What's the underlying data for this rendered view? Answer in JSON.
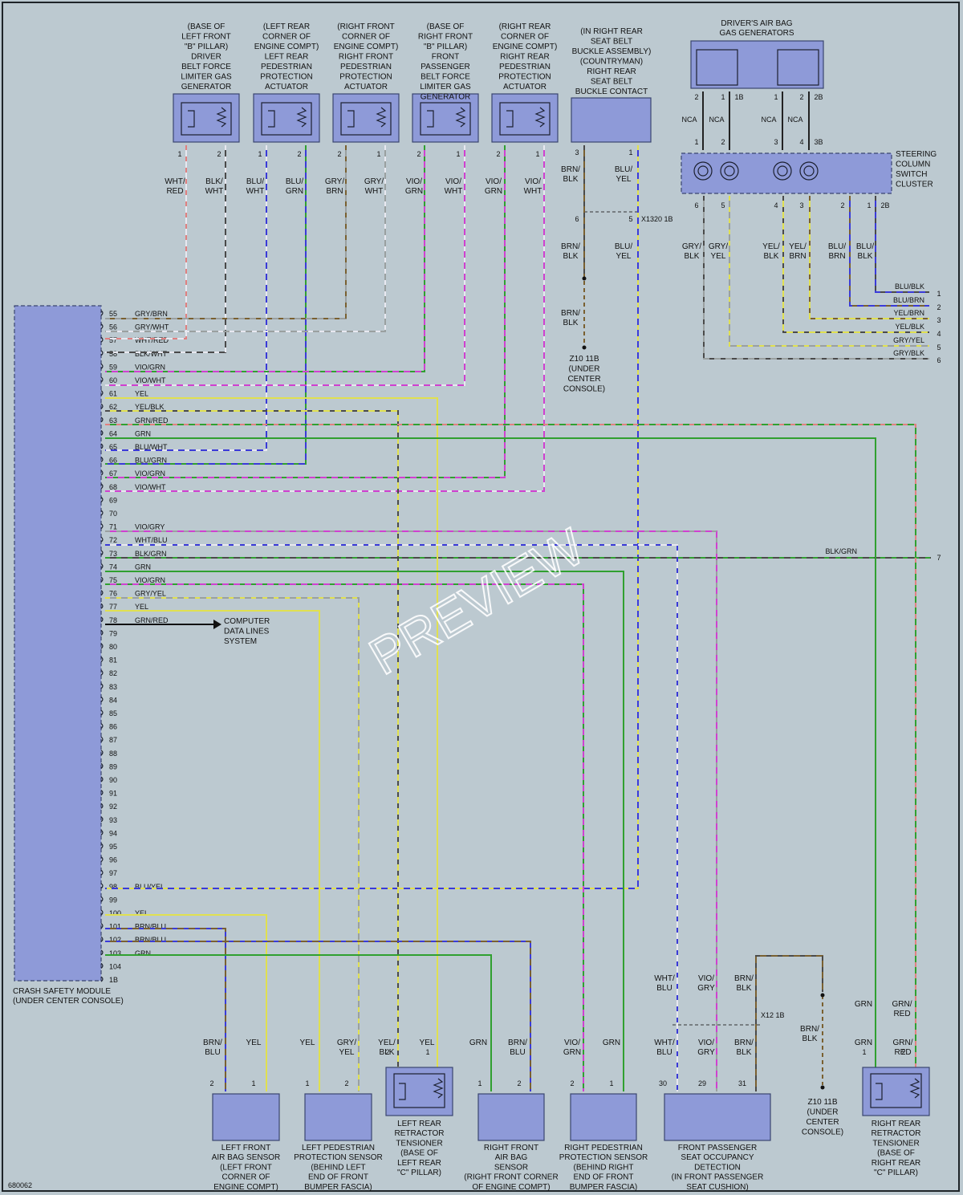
{
  "diagram_id": "680062",
  "watermark": "PREVIEW",
  "module": {
    "title_line1": "CRASH SAFETY MODULE",
    "title_line2": "(UNDER CENTER CONSOLE)"
  },
  "module_pins": [
    {
      "n": "55",
      "c": "GRY/BRN"
    },
    {
      "n": "56",
      "c": "GRY/WHT"
    },
    {
      "n": "57",
      "c": "WHT/RED"
    },
    {
      "n": "58",
      "c": "BLK/WHT"
    },
    {
      "n": "59",
      "c": "VIO/GRN"
    },
    {
      "n": "60",
      "c": "VIO/WHT"
    },
    {
      "n": "61",
      "c": "YEL"
    },
    {
      "n": "62",
      "c": "YEL/BLK"
    },
    {
      "n": "63",
      "c": "GRN/RED"
    },
    {
      "n": "64",
      "c": "GRN"
    },
    {
      "n": "65",
      "c": "BLU/WHT"
    },
    {
      "n": "66",
      "c": "BLU/GRN"
    },
    {
      "n": "67",
      "c": "VIO/GRN"
    },
    {
      "n": "68",
      "c": "VIO/WHT"
    },
    {
      "n": "69",
      "c": ""
    },
    {
      "n": "70",
      "c": ""
    },
    {
      "n": "71",
      "c": "VIO/GRY"
    },
    {
      "n": "72",
      "c": "WHT/BLU"
    },
    {
      "n": "73",
      "c": "BLK/GRN"
    },
    {
      "n": "74",
      "c": "GRN"
    },
    {
      "n": "75",
      "c": "VIO/GRN"
    },
    {
      "n": "76",
      "c": "GRY/YEL"
    },
    {
      "n": "77",
      "c": "YEL"
    },
    {
      "n": "78",
      "c": "GRN/RED"
    },
    {
      "n": "79",
      "c": ""
    },
    {
      "n": "80",
      "c": ""
    },
    {
      "n": "81",
      "c": ""
    },
    {
      "n": "82",
      "c": ""
    },
    {
      "n": "83",
      "c": ""
    },
    {
      "n": "84",
      "c": ""
    },
    {
      "n": "85",
      "c": ""
    },
    {
      "n": "86",
      "c": ""
    },
    {
      "n": "87",
      "c": ""
    },
    {
      "n": "88",
      "c": ""
    },
    {
      "n": "89",
      "c": ""
    },
    {
      "n": "90",
      "c": ""
    },
    {
      "n": "91",
      "c": ""
    },
    {
      "n": "92",
      "c": ""
    },
    {
      "n": "93",
      "c": ""
    },
    {
      "n": "94",
      "c": ""
    },
    {
      "n": "95",
      "c": ""
    },
    {
      "n": "96",
      "c": ""
    },
    {
      "n": "97",
      "c": ""
    },
    {
      "n": "98",
      "c": "BLU/YEL"
    },
    {
      "n": "99",
      "c": ""
    },
    {
      "n": "100",
      "c": "YEL"
    },
    {
      "n": "101",
      "c": "BRN/BLU"
    },
    {
      "n": "102",
      "c": "BRN/BLU"
    },
    {
      "n": "103",
      "c": "GRN"
    },
    {
      "n": "104",
      "c": ""
    },
    {
      "n": "1B",
      "c": ""
    }
  ],
  "computer_data": {
    "line1": "COMPUTER",
    "line2": "DATA LINES",
    "line3": "SYSTEM"
  },
  "top_components": [
    {
      "label": [
        "(BASE OF",
        "LEFT FRONT",
        "\"B\" PILLAR)",
        "DRIVER",
        "BELT FORCE",
        "LIMITER GAS",
        "GENERATOR"
      ],
      "pins": [
        "1",
        "2"
      ],
      "wires": [
        [
          "WHT/",
          "RED"
        ],
        [
          "BLK/",
          "WHT"
        ]
      ]
    },
    {
      "label": [
        "(LEFT REAR",
        "CORNER OF",
        "ENGINE COMPT)",
        "LEFT REAR",
        "PEDESTRIAN",
        "PROTECTION",
        "ACTUATOR"
      ],
      "pins": [
        "1",
        "2"
      ],
      "wires": [
        [
          "BLU/",
          "WHT"
        ],
        [
          "BLU/",
          "GRN"
        ]
      ]
    },
    {
      "label": [
        "(RIGHT FRONT",
        "CORNER OF",
        "ENGINE COMPT)",
        "RIGHT FRONT",
        "PEDESTRIAN",
        "PROTECTION",
        "ACTUATOR"
      ],
      "pins": [
        "2",
        "1"
      ],
      "wires": [
        [
          "GRY/",
          "BRN"
        ],
        [
          "GRY/",
          "WHT"
        ]
      ]
    },
    {
      "label": [
        "(BASE OF",
        "RIGHT FRONT",
        "\"B\" PILLAR)",
        "FRONT",
        "PASSENGER",
        "BELT FORCE",
        "LIMITER GAS",
        "GENERATOR"
      ],
      "pins": [
        "2",
        "1"
      ],
      "wires": [
        [
          "VIO/",
          "GRN"
        ],
        [
          "VIO/",
          "WHT"
        ]
      ]
    },
    {
      "label": [
        "(RIGHT REAR",
        "CORNER OF",
        "ENGINE COMPT)",
        "RIGHT REAR",
        "PEDESTRIAN",
        "PROTECTION",
        "ACTUATOR"
      ],
      "pins": [
        "2",
        "1"
      ],
      "wires": [
        [
          "VIO/",
          "GRN"
        ],
        [
          "VIO/",
          "WHT"
        ]
      ]
    }
  ],
  "buckle": {
    "label": [
      "(IN RIGHT REAR",
      "SEAT BELT",
      "BUCKLE ASSEMBLY)",
      "(COUNTRYMAN)",
      "RIGHT REAR",
      "SEAT BELT",
      "BUCKLE CONTACT"
    ],
    "pins": [
      "3",
      "1"
    ],
    "wire_a": [
      "BRN/",
      "BLK"
    ],
    "wire_b": [
      "BLU/",
      "YEL"
    ],
    "conn_pins": [
      "6",
      "5"
    ],
    "conn_name": "X1320 1B",
    "wire_a2": [
      "BRN/",
      "BLK"
    ],
    "wire_b2": [
      "BLU/",
      "YEL"
    ],
    "wire_a3": [
      "BRN/",
      "BLK"
    ],
    "ground": [
      "Z10 11B",
      "(UNDER",
      "CENTER",
      "CONSOLE)"
    ]
  },
  "driver_airbag": {
    "title": [
      "DRIVER'S AIR BAG",
      "GAS GENERATORS"
    ],
    "pins": [
      "2",
      "1",
      "1B",
      "1",
      "2",
      "2B"
    ],
    "nca": [
      "NCA",
      "NCA",
      "NCA",
      "NCA"
    ],
    "scc_pins_top": [
      "1",
      "2",
      "3",
      "4",
      "3B"
    ],
    "scc_label": [
      "STEERING",
      "COLUMN",
      "SWITCH",
      "CLUSTER"
    ],
    "scc_pins_bottom": [
      "6",
      "5",
      "4",
      "3",
      "2",
      "1",
      "2B"
    ],
    "wires": [
      [
        "GRY/",
        "BLK"
      ],
      [
        "GRY/",
        "YEL"
      ],
      [
        "YEL/",
        "BLK"
      ],
      [
        "YEL/",
        "BRN"
      ],
      [
        "BLU/",
        "BRN"
      ],
      [
        "BLU/",
        "BLK"
      ]
    ],
    "right_wires": [
      {
        "c": "BLU/BLK",
        "n": "1"
      },
      {
        "c": "BLU/BRN",
        "n": "2"
      },
      {
        "c": "YEL/BRN",
        "n": "3"
      },
      {
        "c": "YEL/BLK",
        "n": "4"
      },
      {
        "c": "GRY/YEL",
        "n": "5"
      },
      {
        "c": "GRY/BLK",
        "n": "6"
      }
    ],
    "blk_grn": {
      "c": "BLK/GRN",
      "n": "7"
    }
  },
  "bottom_components": [
    {
      "label": [
        "LEFT FRONT",
        "AIR BAG SENSOR",
        "(LEFT FRONT",
        "CORNER OF",
        "ENGINE COMPT)"
      ],
      "pins": [
        "2",
        "1"
      ],
      "wires": [
        [
          "BRN/",
          "BLU"
        ],
        [
          "YEL"
        ]
      ]
    },
    {
      "label": [
        "LEFT PEDESTRIAN",
        "PROTECTION SENSOR",
        "(BEHIND LEFT",
        "END OF FRONT",
        "BUMPER FASCIA)"
      ],
      "pins": [
        "1",
        "2"
      ],
      "wires": [
        [
          "YEL"
        ],
        [
          "GRY/",
          "YEL"
        ]
      ]
    },
    {
      "label": [
        "LEFT REAR",
        "RETRACTOR",
        "TENSIONER",
        "(BASE OF",
        "LEFT REAR",
        "\"C\" PILLAR)"
      ],
      "pins": [
        "2",
        "1"
      ],
      "wires": [
        [
          "YEL/",
          "BLK"
        ],
        [
          "YEL"
        ]
      ]
    },
    {
      "label": [
        "RIGHT FRONT",
        "AIR BAG",
        "SENSOR",
        "(RIGHT FRONT CORNER",
        "OF ENGINE COMPT)"
      ],
      "pins": [
        "1",
        "2"
      ],
      "wires": [
        [
          "GRN"
        ],
        [
          "BRN/",
          "BLU"
        ]
      ]
    },
    {
      "label": [
        "RIGHT PEDESTRIAN",
        "PROTECTION SENSOR",
        "(BEHIND RIGHT",
        "END OF FRONT",
        "BUMPER FASCIA)"
      ],
      "pins": [
        "2",
        "1"
      ],
      "wires": [
        [
          "VIO/",
          "GRN"
        ],
        [
          "GRN"
        ]
      ]
    },
    {
      "label": [
        "FRONT PASSENGER",
        "SEAT OCCUPANCY",
        "DETECTION",
        "(IN FRONT PASSENGER",
        "SEAT CUSHION)"
      ],
      "pins": [
        "30",
        "29",
        "31"
      ],
      "wires": [
        [
          "WHT/",
          "BLU"
        ],
        [
          "VIO/",
          "GRY"
        ],
        [
          "BRN/",
          "BLK"
        ]
      ],
      "conn": "X12 1B"
    },
    {
      "label": [
        "RIGHT REAR",
        "RETRACTOR",
        "TENSIONER",
        "(BASE OF",
        "RIGHT REAR",
        "\"C\" PILLAR)"
      ],
      "pins": [
        "1",
        "2"
      ],
      "wires": [
        [
          "GRN"
        ],
        [
          "GRN/",
          "RED"
        ]
      ]
    }
  ],
  "ground2": [
    "Z10 11B",
    "(UNDER",
    "CENTER",
    "CONSOLE)"
  ],
  "ground2_wire": [
    "BRN/",
    "BLK"
  ],
  "colors": {
    "background": "#bcc9d0",
    "component": "#8e9ad8",
    "red": "#e08080",
    "black": "#4a4a4a",
    "blue": "#3a3ad8",
    "gray": "#9aa0a0",
    "violet": "#d040d0",
    "yellow": "#e0e050",
    "green": "#30a030",
    "white": "#e8e8f0",
    "brown": "#7a6030"
  }
}
